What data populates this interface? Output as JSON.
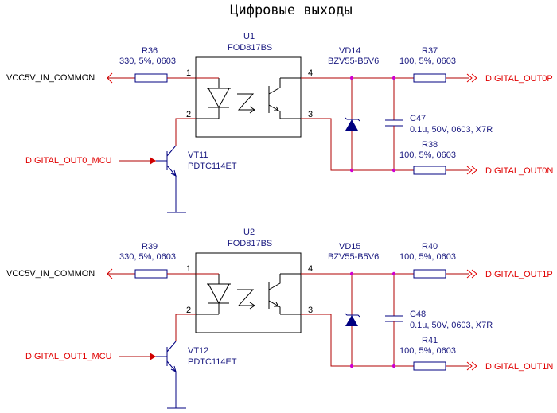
{
  "title": "Цифровые  выходы",
  "channels": [
    {
      "r_in_ref": "R36",
      "r_in_val": "330, 5%, 0603",
      "u_ref": "U1",
      "u_part": "FOD817BS",
      "vd_ref": "VD14",
      "vd_part": "BZV55-B5V6",
      "rp_ref": "R37",
      "rp_val": "100, 5%, 0603",
      "c_ref": "C47",
      "c_val": "0.1u, 50V, 0603, X7R",
      "rn_ref": "R38",
      "rn_val": "100, 5%, 0603",
      "vt_ref": "VT11",
      "vt_part": "PDTC114ET",
      "vcc_net": "VCC5V_IN_COMMON",
      "mcu_net": "DIGITAL_OUT0_MCU",
      "outp_net": "DIGITAL_OUT0P",
      "outn_net": "DIGITAL_OUT0N",
      "pin1": "1",
      "pin2": "2",
      "pin3": "3",
      "pin4": "4"
    },
    {
      "r_in_ref": "R39",
      "r_in_val": "330, 5%, 0603",
      "u_ref": "U2",
      "u_part": "FOD817BS",
      "vd_ref": "VD15",
      "vd_part": "BZV55-B5V6",
      "rp_ref": "R40",
      "rp_val": "100, 5%, 0603",
      "c_ref": "C48",
      "c_val": "0.1u, 50V, 0603, X7R",
      "rn_ref": "R41",
      "rn_val": "100, 5%, 0603",
      "vt_ref": "VT12",
      "vt_part": "PDTC114ET",
      "vcc_net": "VCC5V_IN_COMMON",
      "mcu_net": "DIGITAL_OUT1_MCU",
      "outp_net": "DIGITAL_OUT1P",
      "outn_net": "DIGITAL_OUT1N",
      "pin1": "1",
      "pin2": "2",
      "pin3": "3",
      "pin4": "4"
    }
  ]
}
